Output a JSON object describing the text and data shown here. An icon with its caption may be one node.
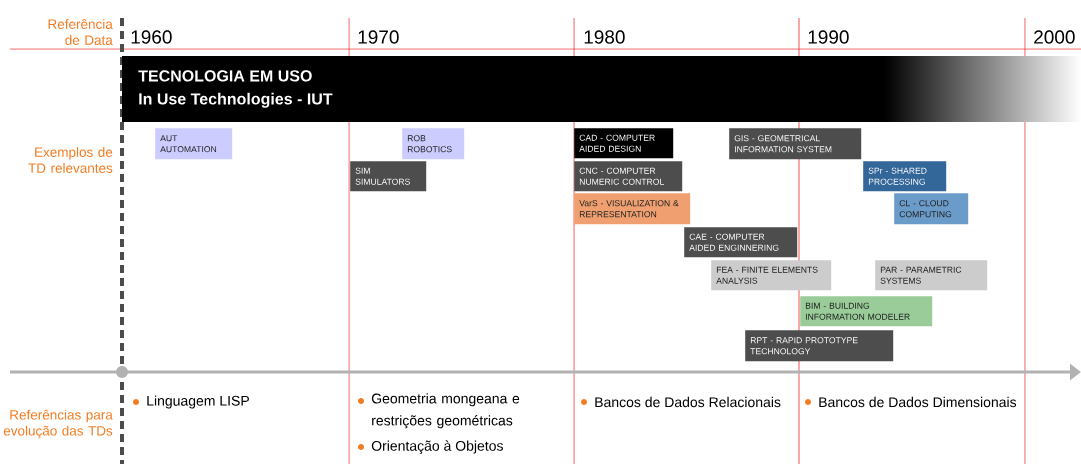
{
  "diagram": {
    "nodes": [
      {
        "text": [
          "TECNOLOGIA EM USO",
          "In Use Technologies - IUT"
        ]
      },
      {
        "text": [
          "AUT AUTOMATION"
        ]
      },
      {
        "text": [
          "ROB ROBOTICS"
        ]
      },
      {
        "text": [
          "CAD - COMPUTER AIDED DESIGN"
        ]
      },
      {
        "text": [
          "GIS - GEOMETRICAL INFORMATION SYSTEM"
        ]
      },
      {
        "text": [
          "SIM SIMULATORS"
        ]
      },
      {
        "text": [
          "CNC - COMPUTER NUMERIC CONTROL"
        ]
      },
      {
        "text": [
          "SPr - SHARED PROCESSING"
        ]
      },
      {
        "text": [
          "VarS - VISUALIZATION & REPRESENTATION"
        ]
      },
      {
        "text": [
          "CL - CLOUD COMPUTING"
        ]
      },
      {
        "text": [
          "CAE - COMPUTER AIDED ENGINNERING"
        ]
      },
      {
        "text": [
          "FEA - FINITE ELEMENTS ANALYSIS"
        ]
      },
      {
        "text": [
          "PAR - PARAMETRIC SYSTEMS"
        ]
      },
      {
        "text": [
          "BIM - BUILDING INFORMATION MODELER"
        ]
      },
      {
        "text": [
          "RPT - RAPID PROTOTYPE TECHNOLOGY"
        ]
      }
    ],
    "labels": [
      "Referência de Data",
      "1960",
      "1970",
      "1980",
      "1990",
      "2000",
      "Exemplos de TD relevantes",
      "Referências para evolução das TDs",
      "Linguagem LISP",
      "Geometria mongeana e restrições geométricas",
      "Orientação à Objetos",
      "Bancos de Dados Relacionais",
      "Bancos de Dados Dimensionais"
    ]
  }
}
